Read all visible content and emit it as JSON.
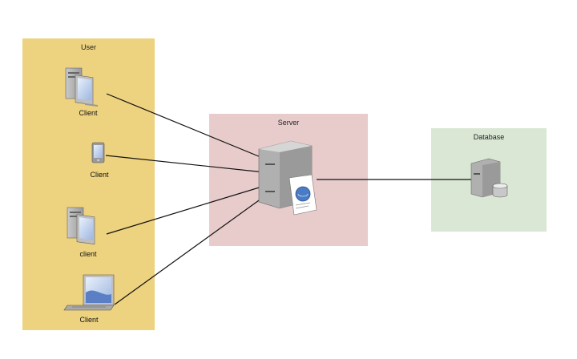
{
  "zones": {
    "user": "User",
    "server": "Server",
    "database": "Database"
  },
  "clients": [
    {
      "label": "Client",
      "icon": "desktop-computer-icon"
    },
    {
      "label": "Client",
      "icon": "mobile-phone-icon"
    },
    {
      "label": "client",
      "icon": "desktop-computer-icon"
    },
    {
      "label": "Client",
      "icon": "laptop-icon"
    }
  ],
  "server_icon": "web-server-icon",
  "database_icon": "database-server-icon",
  "colors": {
    "user_zone": "#edd27f",
    "server_zone": "#e8cccc",
    "database_zone": "#dae7d5",
    "connector": "#111111"
  }
}
